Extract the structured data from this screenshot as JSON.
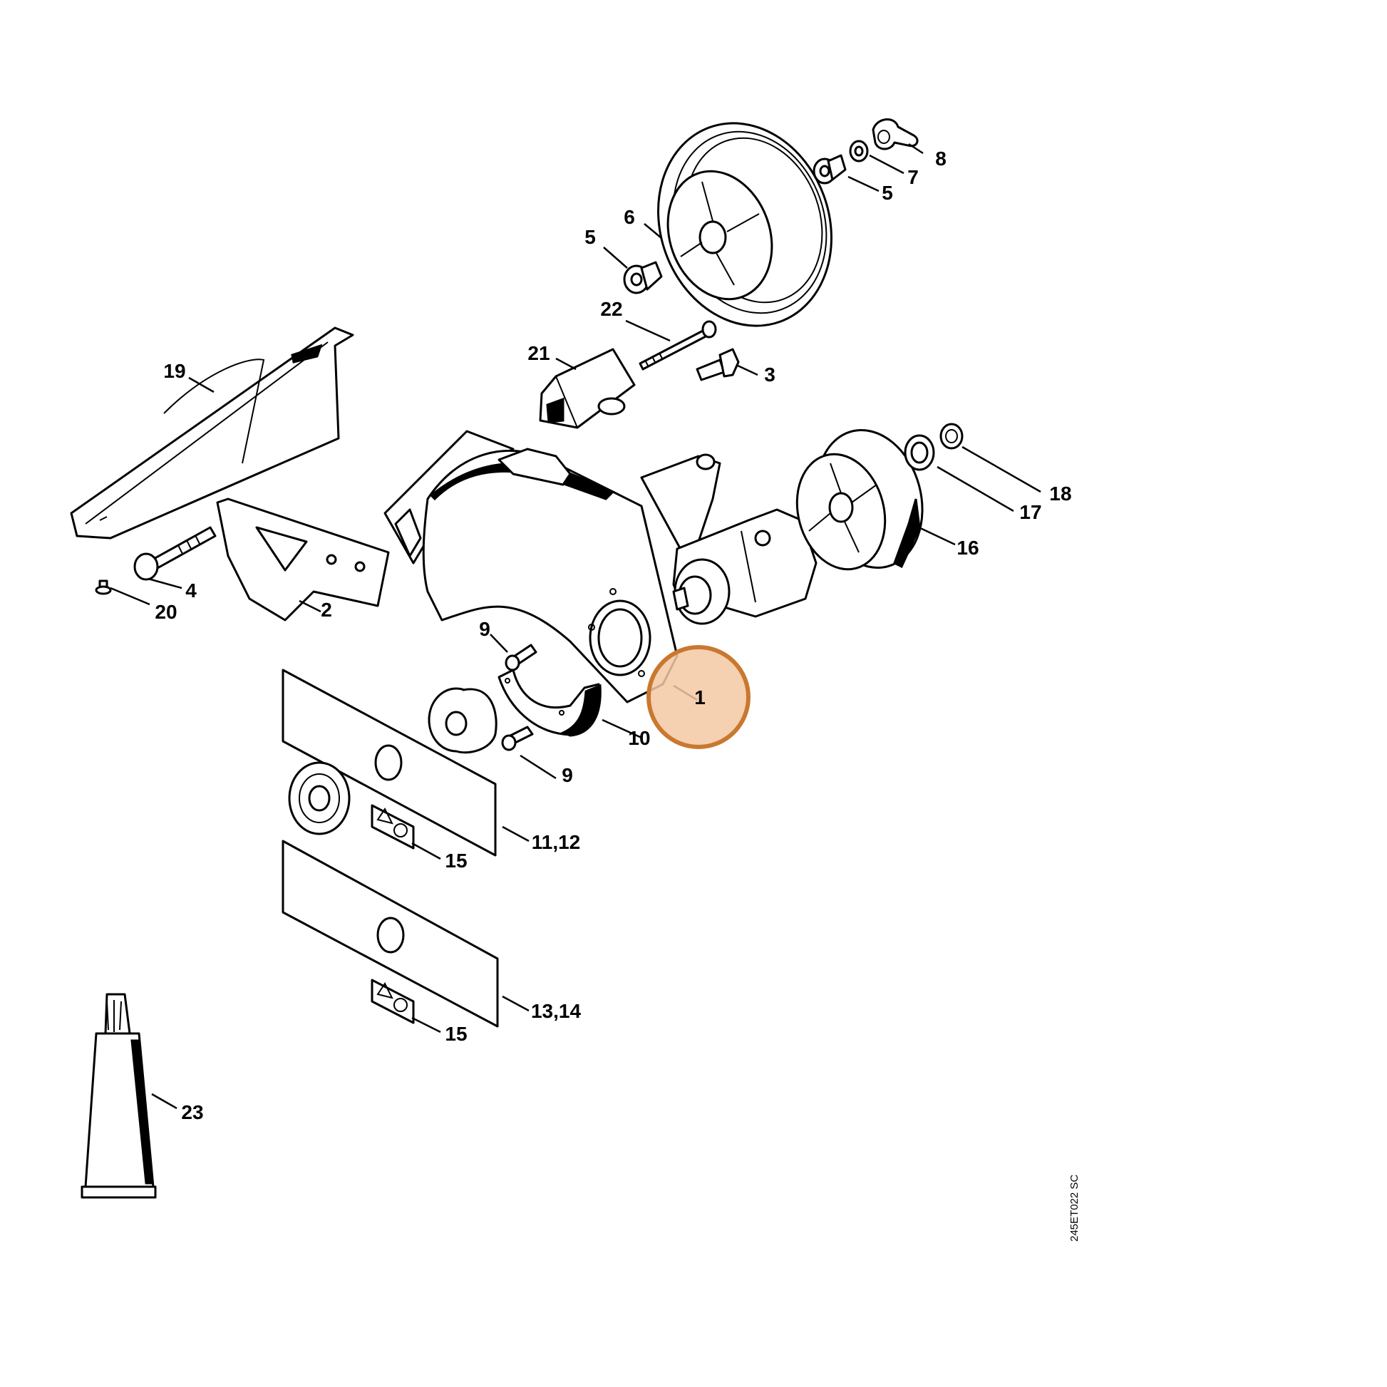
{
  "diagram": {
    "drawing_ref": "245ET022 SC",
    "highlight_color": "#c9782f",
    "highlighted_callout": "1",
    "callouts": {
      "c1": "1",
      "c2": "2",
      "c3": "3",
      "c4": "4",
      "c5a": "5",
      "c5b": "5",
      "c6": "6",
      "c7": "7",
      "c8": "8",
      "c9a": "9",
      "c9b": "9",
      "c10": "10",
      "c11_12": "11,12",
      "c13_14": "13,14",
      "c15a": "15",
      "c15b": "15",
      "c16": "16",
      "c17": "17",
      "c18": "18",
      "c19": "19",
      "c20": "20",
      "c21": "21",
      "c22": "22",
      "c23": "23"
    }
  }
}
